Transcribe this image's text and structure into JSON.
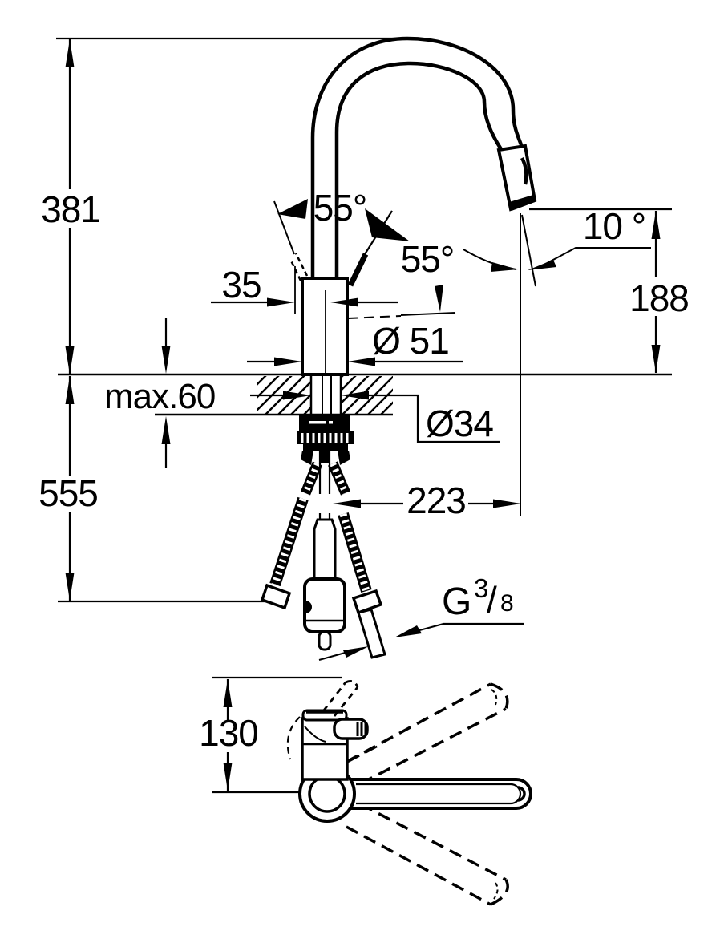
{
  "drawing": {
    "kind": "technical-installation-drawing",
    "subject": "single-lever kitchen mixer with pull-out spray, side view and top swivel view",
    "units": "mm",
    "colors": {
      "line": "#000000",
      "background": "#ffffff"
    },
    "labels": {
      "overall_height": "381",
      "lever_angle_top": "55°",
      "lever_angle_side": "55°",
      "spray_angle": "10 °",
      "spout_height": "188",
      "lever_offset": "35",
      "body_diameter": "Ø 51",
      "deck_thickness": "max.60",
      "hole_diameter": "Ø34",
      "below_deck_depth": "555",
      "spout_reach": "223",
      "thread_g": "G",
      "thread_numerator": "3",
      "thread_slash": "/",
      "thread_denominator": "8",
      "swivel_body_height": "130"
    }
  }
}
